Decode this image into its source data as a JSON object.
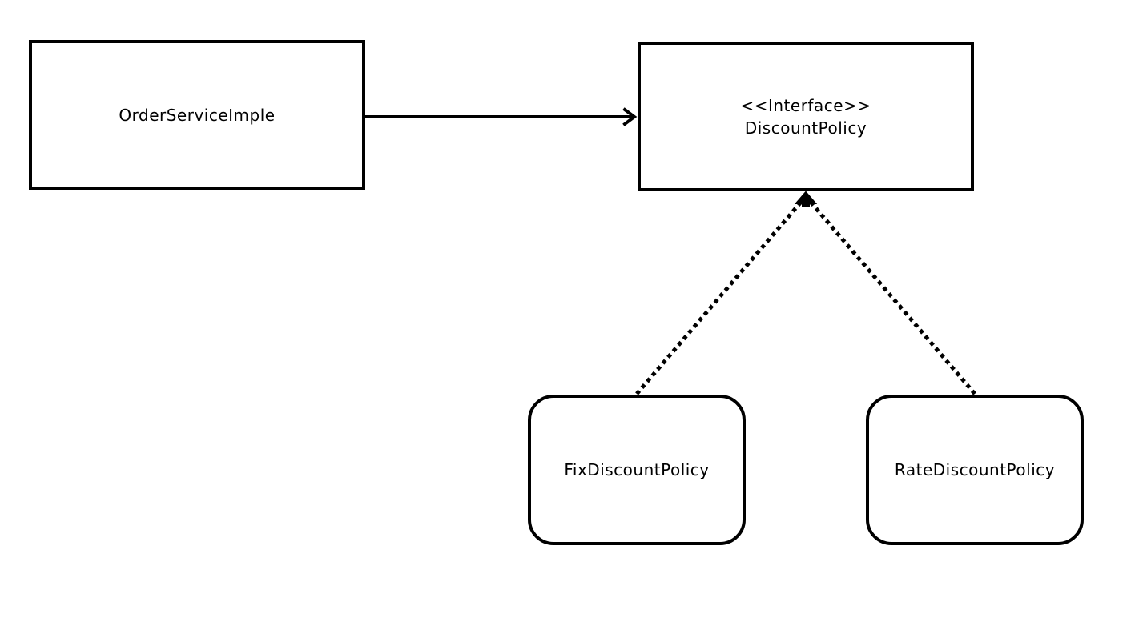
{
  "diagram": {
    "nodes": {
      "order_service": {
        "label": "OrderServiceImple"
      },
      "discount_policy": {
        "stereotype": "<<Interface>>",
        "label": "DiscountPolicy"
      },
      "fix_discount": {
        "label": "FixDiscountPolicy"
      },
      "rate_discount": {
        "label": "RateDiscountPolicy"
      }
    },
    "edges": [
      {
        "from": "OrderServiceImple",
        "to": "DiscountPolicy",
        "kind": "association",
        "line": "solid"
      },
      {
        "from": "FixDiscountPolicy",
        "to": "DiscountPolicy",
        "kind": "realization",
        "line": "dotted"
      },
      {
        "from": "RateDiscountPolicy",
        "to": "DiscountPolicy",
        "kind": "realization",
        "line": "dotted"
      }
    ],
    "colors": {
      "stroke": "#000000",
      "background": "#ffffff"
    }
  }
}
